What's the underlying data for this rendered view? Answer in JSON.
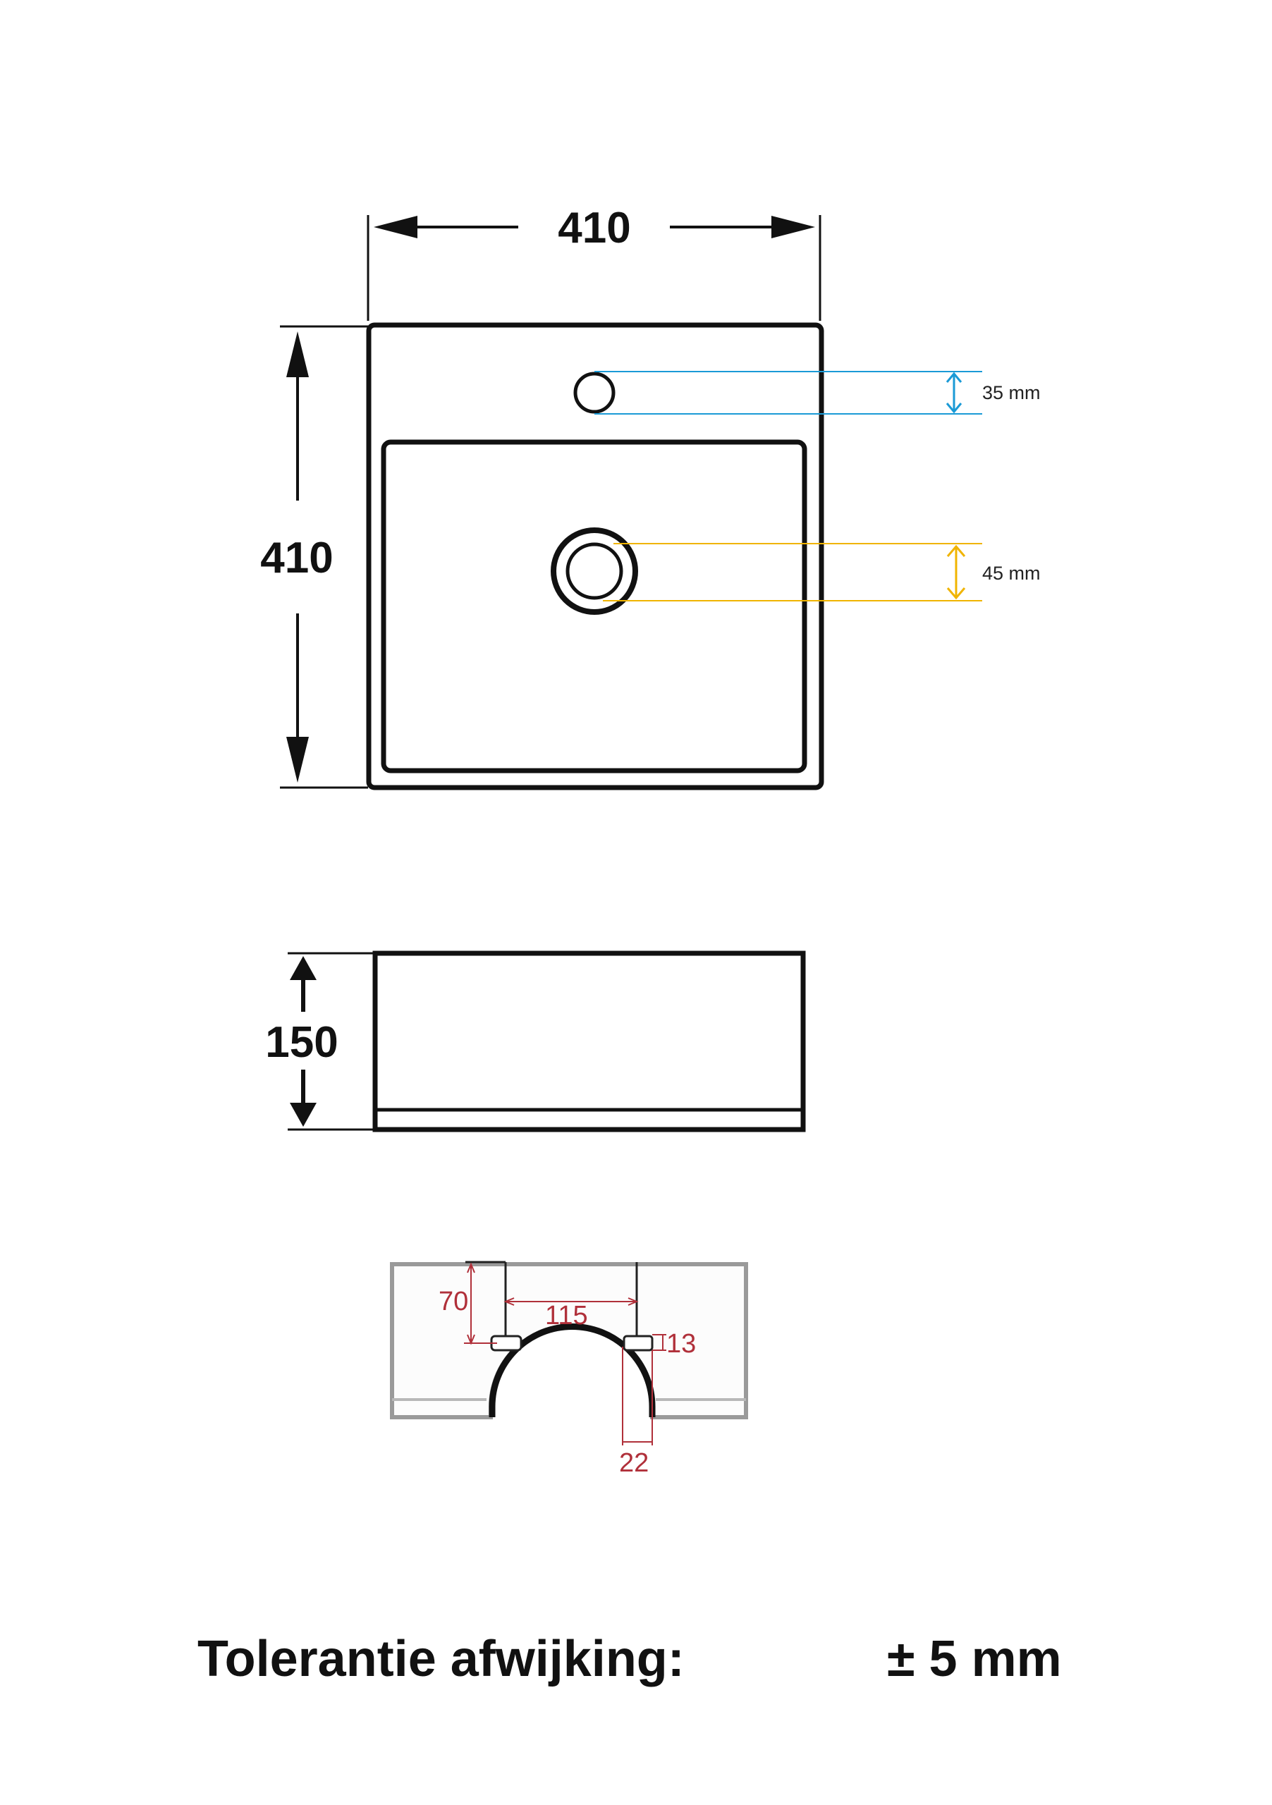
{
  "top_view": {
    "width_label": "410",
    "height_label": "410",
    "tap_hole_label": "35 mm",
    "drain_label": "45 mm"
  },
  "side_view": {
    "height_label": "150"
  },
  "rear_view": {
    "label_70": "70",
    "label_115": "115",
    "label_13": "13",
    "label_22": "22"
  },
  "footer": {
    "tolerance_label": "Tolerantie afwijking:",
    "tolerance_value": "± 5 mm"
  },
  "colors": {
    "line": "#111111",
    "blue": "#1a9ad6",
    "yellow": "#f0b400",
    "red": "#b0303a"
  }
}
